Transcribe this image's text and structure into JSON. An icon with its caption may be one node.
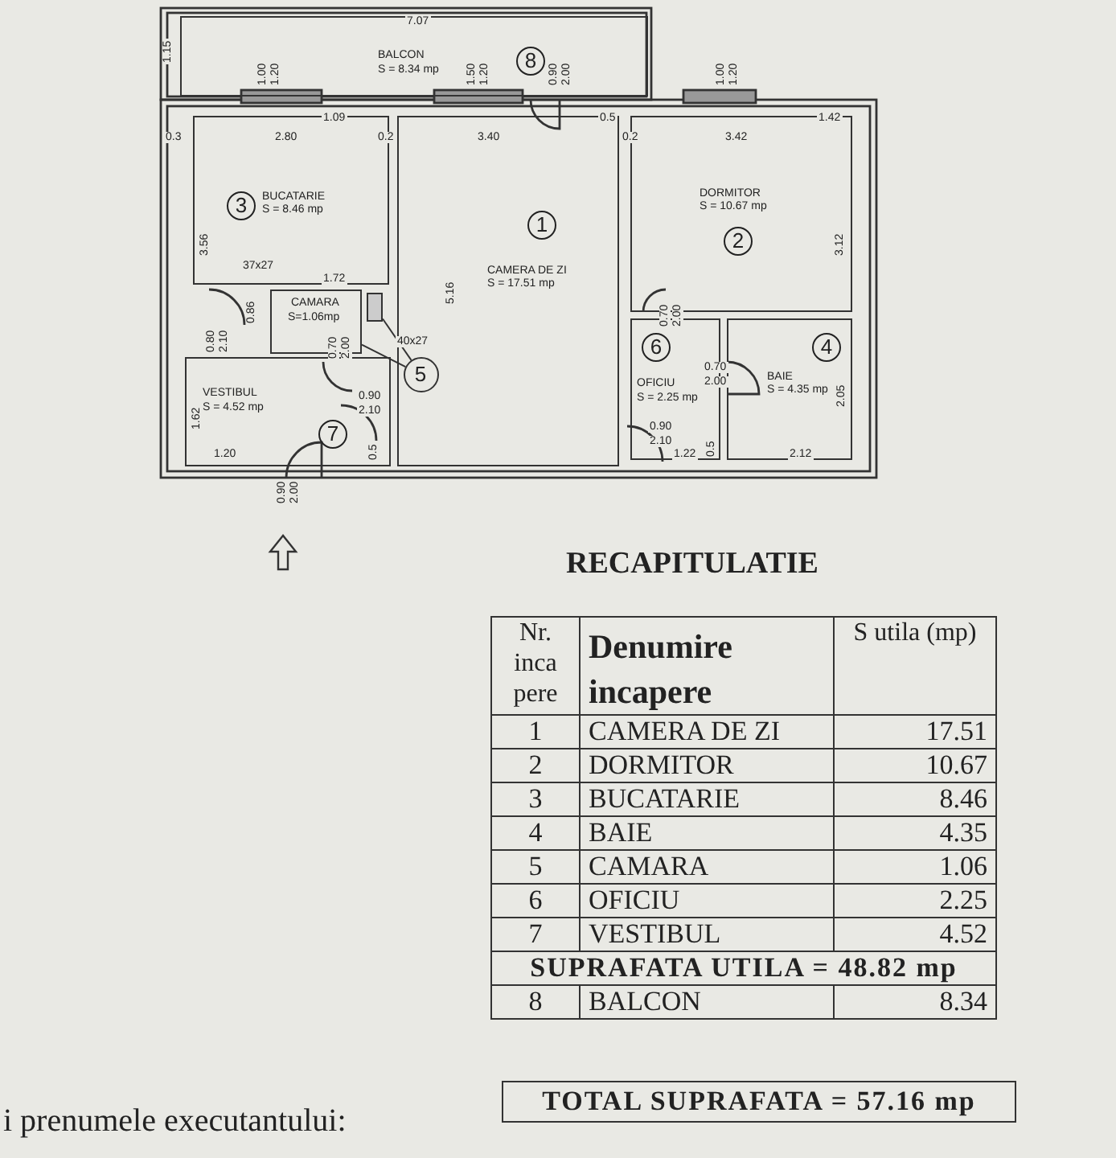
{
  "diagram": {
    "title": "RECAPITULATIE",
    "nodes": [
      {
        "text": [
          "BALCON",
          "S = 8.34 mp",
          "8"
        ]
      },
      {
        "text": [
          "3",
          "BUCATARIE",
          "S = 8.46 mp"
        ]
      },
      {
        "text": [
          "1",
          "CAMERA DE ZI",
          "S = 17.51 mp"
        ]
      },
      {
        "text": [
          "DORMITOR",
          "S = 10.67 mp",
          "2"
        ]
      },
      {
        "text": [
          "CAMARA",
          "S=1.06mp"
        ]
      },
      {
        "text": [
          "5"
        ],
        "in": 2
      },
      {
        "text": [
          "VESTIBUL",
          "S = 4.52 mp",
          "7"
        ]
      },
      {
        "text": [
          "6",
          "OFICIU",
          "S = 2.25 mp"
        ]
      },
      {
        "text": [
          "4",
          "BAIE",
          "S = 4.35 mp"
        ]
      },
      {
        "text": [],
        "shape": "box"
      }
    ],
    "edges": [
      {
        "from": 5,
        "to": 4,
        "arrow": "none"
      },
      {
        "from": 5,
        "to": 9,
        "arrow": "none"
      }
    ],
    "labels": [
      "7.07",
      "1.15",
      "1.00",
      "1.20",
      "1.50",
      "1.20",
      "0.90",
      "2.00",
      "1.00",
      "1.20",
      "1.09",
      "0.3",
      "2.80",
      "0.2",
      "3.40",
      "0.5",
      "0.2",
      "3.42",
      "1.42",
      "3.56",
      "5.16",
      "3.12",
      "37x27",
      "1.72",
      "0.86",
      "0.80",
      "2.10",
      "0.70",
      "2.00",
      "40x27",
      "1.62",
      "0.90",
      "2.10",
      "0.5",
      "1.20",
      "0.90",
      "2.00",
      "0.70",
      "2.00",
      "0.70",
      "2.00",
      "2.05",
      "0.90",
      "2.10",
      "1.22",
      "0.5",
      "2.12",
      "Nr. inca pere",
      "Denumire incapere",
      "S utila (mp)",
      "1",
      "CAMERA DE ZI",
      "17.51",
      "2",
      "DORMITOR",
      "10.67",
      "3",
      "BUCATARIE",
      "8.46",
      "4",
      "BAIE",
      "4.35",
      "5",
      "CAMARA",
      "1.06",
      "6",
      "OFICIU",
      "2.25",
      "7",
      "VESTIBUL",
      "4.52",
      "SUPRAFATA UTILA = 48.82 mp",
      "8",
      "BALCON",
      "8.34",
      "TOTAL SUPRAFATA = 57.16 mp",
      "i prenumele executantului:"
    ]
  }
}
